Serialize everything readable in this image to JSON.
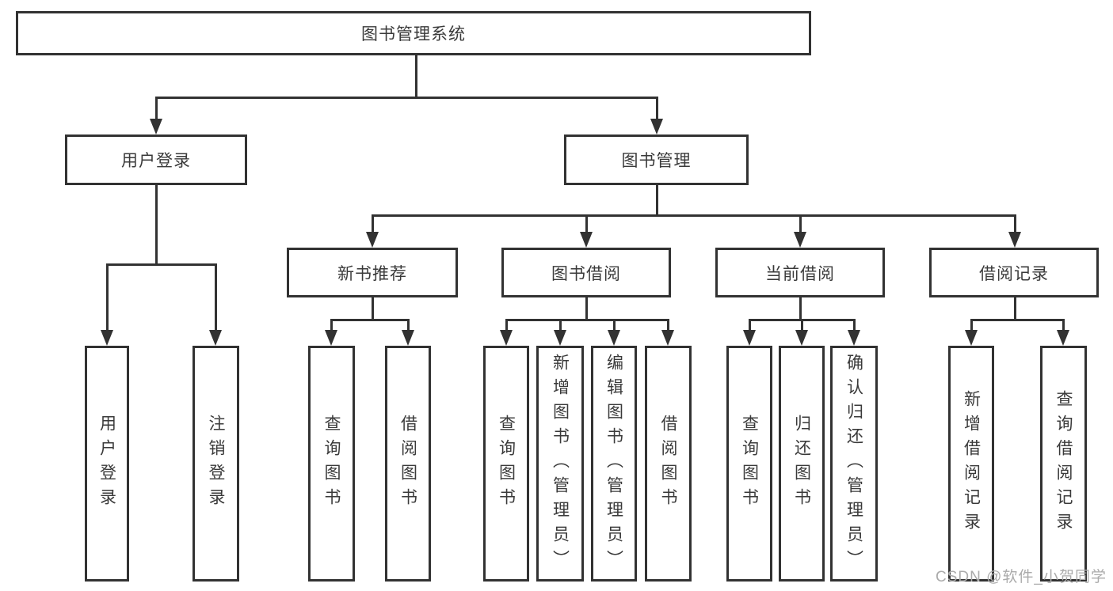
{
  "tree": {
    "root": {
      "label": "图书管理系统"
    },
    "level1": [
      {
        "label": "用户登录",
        "children": [
          {
            "label": "用户登录"
          },
          {
            "label": "注销登录"
          }
        ]
      },
      {
        "label": "图书管理",
        "children": [
          {
            "label": "新书推荐",
            "children": [
              {
                "label": "查询图书"
              },
              {
                "label": "借阅图书"
              }
            ]
          },
          {
            "label": "图书借阅",
            "children": [
              {
                "label": "查询图书"
              },
              {
                "label": "新增图书（管理员）"
              },
              {
                "label": "编辑图书（管理员）"
              },
              {
                "label": "借阅图书"
              }
            ]
          },
          {
            "label": "当前借阅",
            "children": [
              {
                "label": "查询图书"
              },
              {
                "label": "归还图书"
              },
              {
                "label": "确认归还（管理员）"
              }
            ]
          },
          {
            "label": "借阅记录",
            "children": [
              {
                "label": "新增借阅记录"
              },
              {
                "label": "查询借阅记录"
              }
            ]
          }
        ]
      }
    ]
  },
  "watermark": {
    "text": "CSDN @软件_小贺同学"
  },
  "colors": {
    "line": "#323232",
    "text": "#3a3a3a",
    "watermark": "#ababab",
    "background": "#ffffff"
  }
}
